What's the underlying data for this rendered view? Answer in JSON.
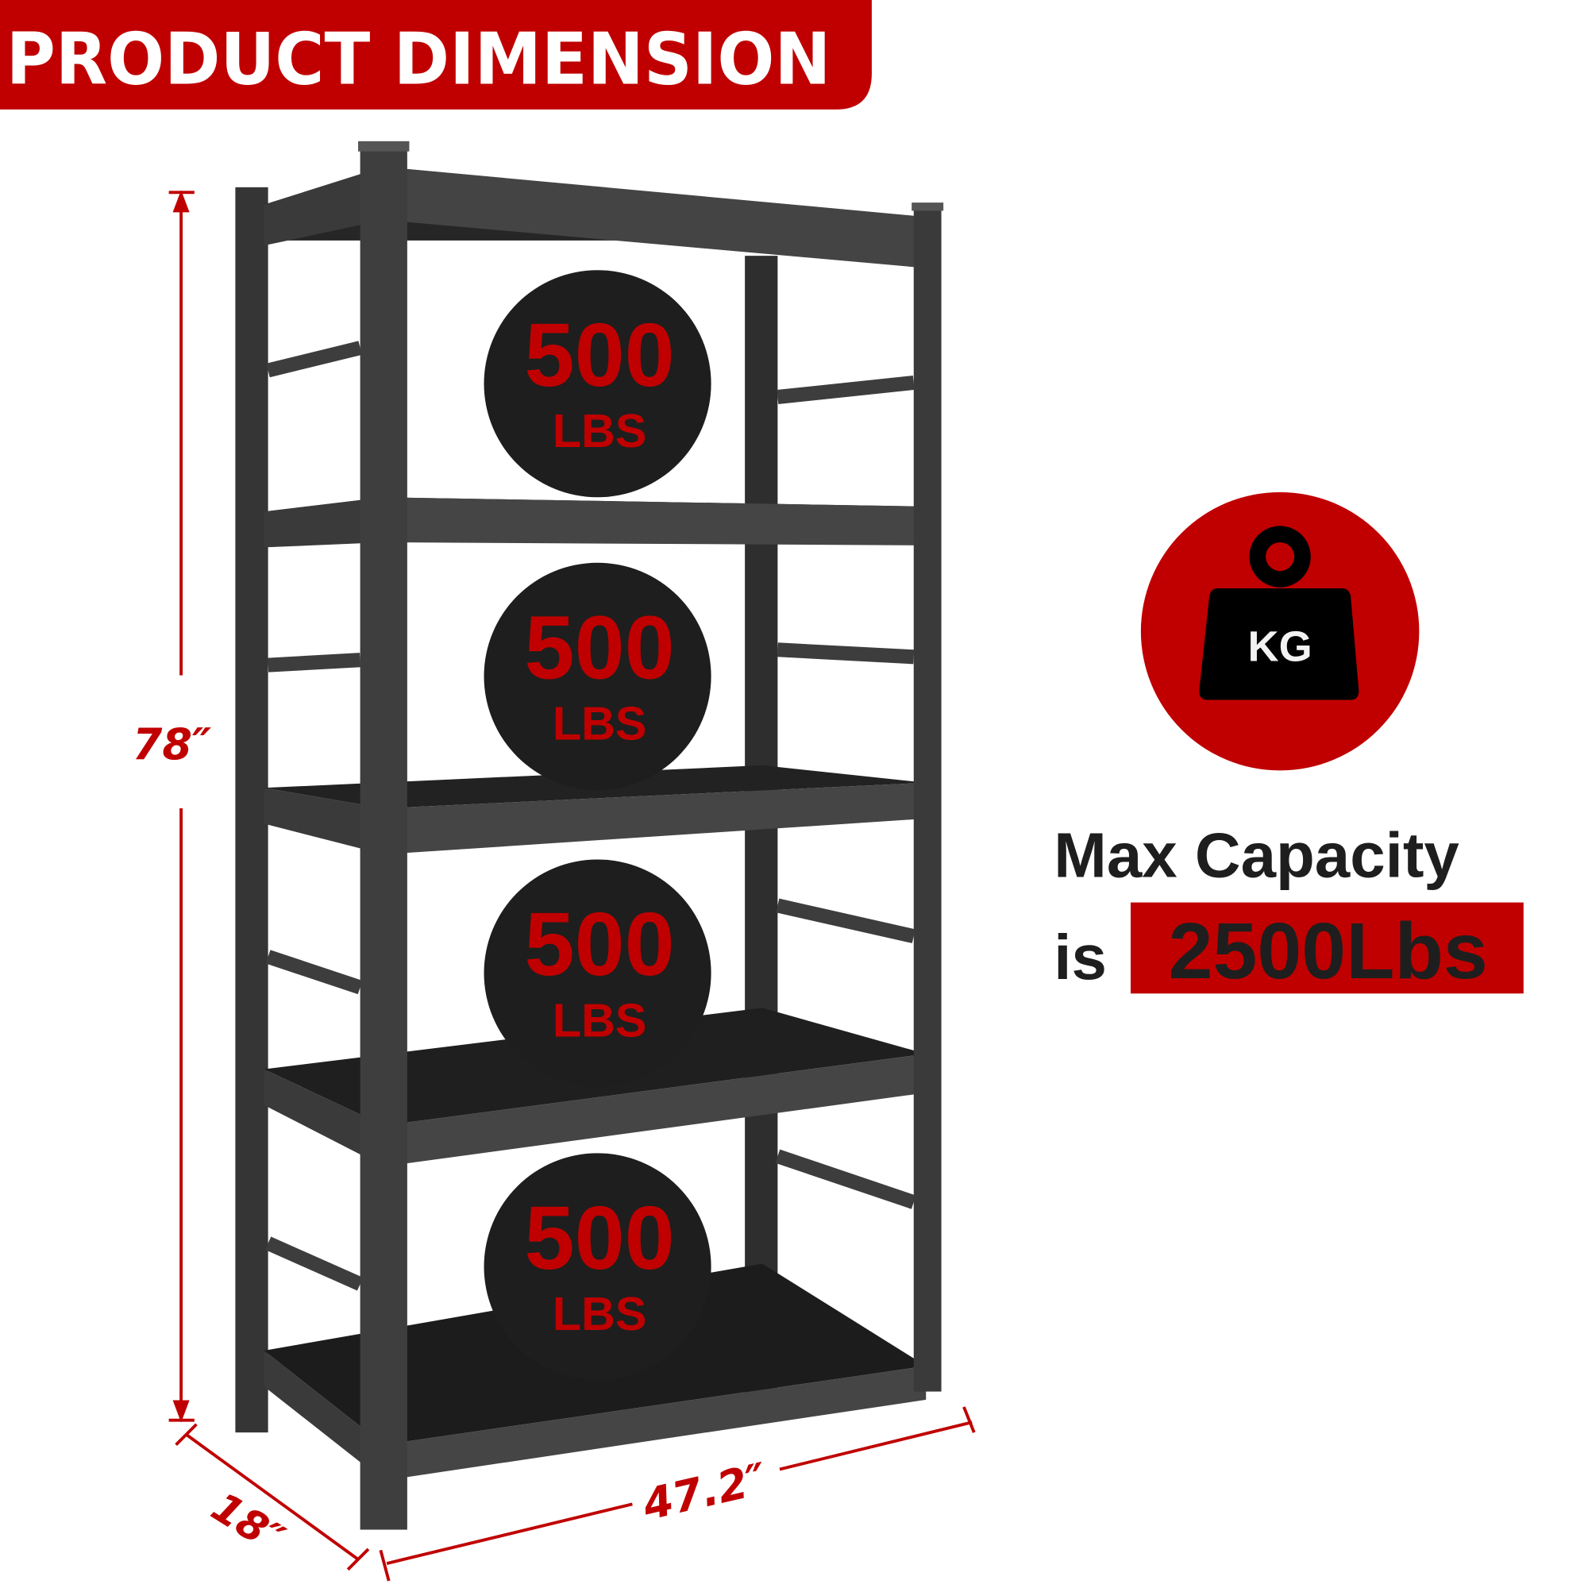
{
  "header": {
    "title": "PRODUCT DIMENSION"
  },
  "colors": {
    "brand_red": "#c00000",
    "dark": "#1e1e1e",
    "metal": "#3a3a3a"
  },
  "dimensions": {
    "height": "78″",
    "depth": "18″",
    "width": "47.2″"
  },
  "shelf_loads": [
    {
      "value": "500",
      "unit": "LBS"
    },
    {
      "value": "500",
      "unit": "LBS"
    },
    {
      "value": "500",
      "unit": "LBS"
    },
    {
      "value": "500",
      "unit": "LBS"
    }
  ],
  "capacity": {
    "icon": "kg-weight-icon",
    "icon_label": "KG",
    "line1": "Max Capacity",
    "prefix": "is",
    "value": "2500Lbs"
  }
}
